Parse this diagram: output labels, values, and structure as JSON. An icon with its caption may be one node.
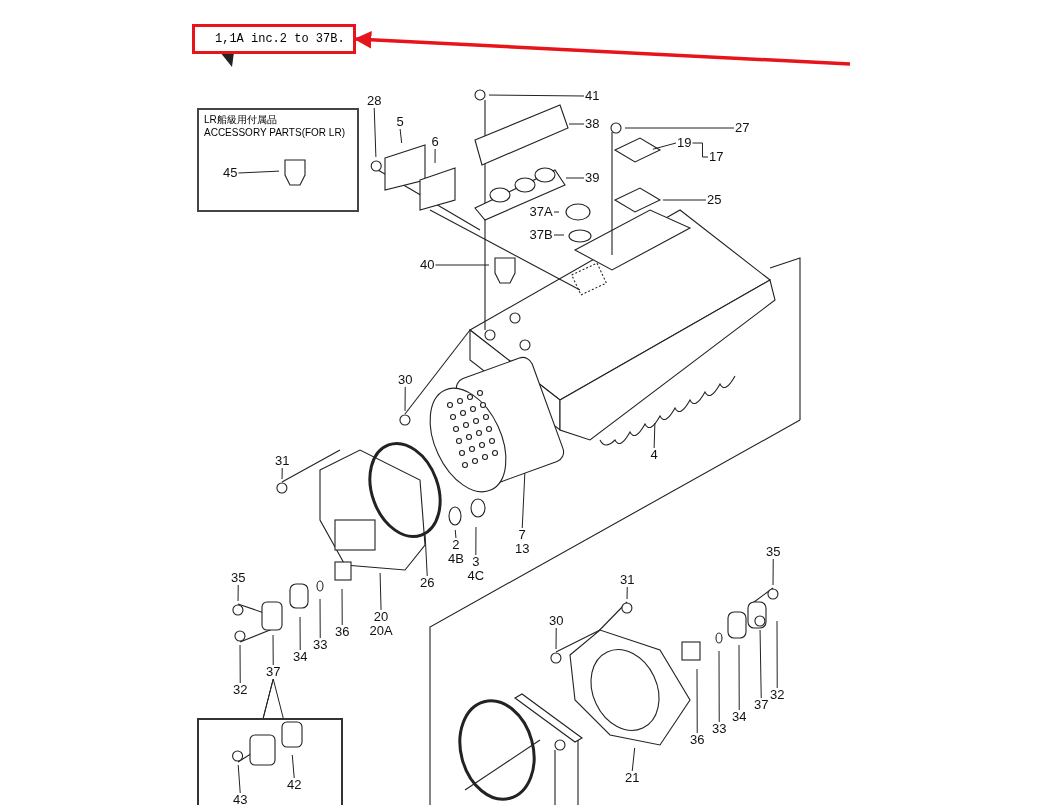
{
  "diagram": {
    "nodes": [
      {
        "text": [
          "1,1A inc.2 to 37B."
        ]
      },
      {
        "text": [
          "LR船級用付属品",
          "ACCESSORY PARTS(FOR LR)"
        ]
      },
      {
        "text": [
          "45"
        ],
        "in": 1
      },
      {
        "text": [
          "41"
        ]
      },
      {
        "text": [
          "28"
        ]
      },
      {
        "text": [
          "5"
        ]
      },
      {
        "text": [
          "38"
        ]
      },
      {
        "text": [
          "27"
        ]
      },
      {
        "text": [
          "6"
        ]
      },
      {
        "text": [
          "19"
        ]
      },
      {
        "text": [
          "17"
        ]
      },
      {
        "text": [
          "39"
        ]
      },
      {
        "text": [
          "25"
        ]
      },
      {
        "text": [
          "37A"
        ]
      },
      {
        "text": [
          "37B"
        ]
      },
      {
        "text": [
          "40"
        ]
      },
      {
        "text": [
          "30"
        ]
      },
      {
        "text": [
          "4"
        ]
      },
      {
        "text": [
          "31"
        ]
      },
      {
        "text": [
          "7",
          "13"
        ]
      },
      {
        "text": [
          "2",
          "4B"
        ]
      },
      {
        "text": [
          "3",
          "4C"
        ]
      },
      {
        "text": [
          "26"
        ]
      },
      {
        "text": [
          "20",
          "20A"
        ]
      },
      {
        "text": [
          "35"
        ]
      },
      {
        "text": [
          "31"
        ]
      },
      {
        "text": [
          "30"
        ]
      },
      {
        "text": [
          "36"
        ]
      },
      {
        "text": [
          "33"
        ]
      },
      {
        "text": [
          "34"
        ]
      },
      {
        "text": [
          "37"
        ]
      },
      {
        "text": [
          "32"
        ]
      },
      {
        "text": [
          "35"
        ]
      },
      {
        "text": [
          "37"
        ]
      },
      {
        "text": [
          "32"
        ]
      },
      {
        "text": [
          "34"
        ]
      },
      {
        "text": [
          "33"
        ]
      },
      {
        "text": [
          "36"
        ]
      },
      {
        "text": [
          "21"
        ]
      },
      {
        "text": [],
        "shape": "box"
      },
      {
        "text": [
          "42"
        ],
        "in": 39
      },
      {
        "text": [
          "43"
        ],
        "in": 39
      }
    ],
    "edges": [
      {
        "from": null,
        "to": 0,
        "arrow": "to",
        "style": "thick",
        "color": "#e8141b"
      },
      {
        "from": 2,
        "to": null,
        "arrow": "none"
      },
      {
        "from": 3,
        "to": null,
        "arrow": "none"
      },
      {
        "from": 4,
        "to": null,
        "arrow": "none"
      },
      {
        "from": 5,
        "to": null,
        "arrow": "none"
      },
      {
        "from": 6,
        "to": null,
        "arrow": "none"
      },
      {
        "from": 7,
        "to": null,
        "arrow": "none"
      },
      {
        "from": 8,
        "to": null,
        "arrow": "none"
      },
      {
        "from": 9,
        "to": null,
        "arrow": "none"
      },
      {
        "from": 11,
        "to": null,
        "arrow": "none"
      },
      {
        "from": 12,
        "to": null,
        "arrow": "none"
      },
      {
        "from": 13,
        "to": null,
        "arrow": "none"
      },
      {
        "from": 14,
        "to": null,
        "arrow": "none"
      },
      {
        "from": 15,
        "to": null,
        "arrow": "none"
      },
      {
        "from": 16,
        "to": null,
        "arrow": "none"
      },
      {
        "from": 17,
        "to": null,
        "arrow": "none"
      },
      {
        "from": 18,
        "to": null,
        "arrow": "none"
      },
      {
        "from": 19,
        "to": null,
        "arrow": "none"
      },
      {
        "from": 20,
        "to": null,
        "arrow": "none"
      },
      {
        "from": 21,
        "to": null,
        "arrow": "none"
      },
      {
        "from": 22,
        "to": null,
        "arrow": "none"
      },
      {
        "from": 23,
        "to": null,
        "arrow": "none"
      },
      {
        "from": 24,
        "to": null,
        "arrow": "none"
      },
      {
        "from": 25,
        "to": null,
        "arrow": "none"
      },
      {
        "from": 26,
        "to": null,
        "arrow": "none"
      },
      {
        "from": 27,
        "to": null,
        "arrow": "none"
      },
      {
        "from": 28,
        "to": null,
        "arrow": "none"
      },
      {
        "from": 29,
        "to": null,
        "arrow": "none"
      },
      {
        "from": 30,
        "to": null,
        "arrow": "none"
      },
      {
        "from": 31,
        "to": null,
        "arrow": "none"
      },
      {
        "from": 32,
        "to": null,
        "arrow": "none"
      },
      {
        "from": 33,
        "to": null,
        "arrow": "none"
      },
      {
        "from": 34,
        "to": null,
        "arrow": "none"
      },
      {
        "from": 35,
        "to": null,
        "arrow": "none"
      },
      {
        "from": 36,
        "to": null,
        "arrow": "none"
      },
      {
        "from": 37,
        "to": null,
        "arrow": "none"
      },
      {
        "from": 38,
        "to": null,
        "arrow": "none"
      },
      {
        "from": 40,
        "to": null,
        "arrow": "none"
      },
      {
        "from": 41,
        "to": null,
        "arrow": "none"
      },
      {
        "from": 10,
        "to": 9,
        "arrow": "none"
      },
      {
        "from": 30,
        "to": 39,
        "arrow": "none"
      }
    ]
  }
}
